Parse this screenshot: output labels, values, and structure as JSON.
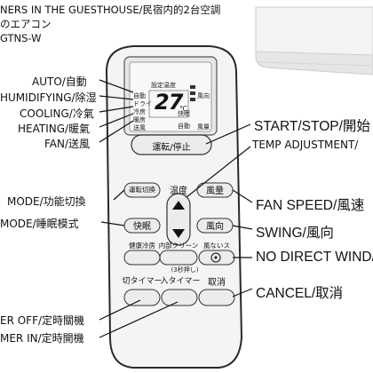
{
  "header": {
    "line1": "NERS IN THE GUESTHOUSE/民宿内的2台空調",
    "line2": "のエアコン",
    "line3": "GTNS-W"
  },
  "left_labels": {
    "auto": "AUTO/自動",
    "dehumidifying": "HUMIDIFYING/除湿",
    "cooling": "COOLING/冷氣",
    "heating": "HEATING/暖氣",
    "fan": "FAN/送風",
    "mode": "MODE/功能切換",
    "sleep_mode": "MODE/睡眠模式",
    "timer_off": "ER OFF/定時關機",
    "timer_in": "MER IN/定時開機"
  },
  "right_labels": {
    "start_stop": "START/STOP/開始",
    "temp_adjustment": "TEMP ADJUSTMENT/",
    "fan_speed": "FAN SPEED/風速",
    "swing": "SWING/風向",
    "no_direct_wind": "NO DIRECT WIND/",
    "cancel": "CANCEL/取消"
  },
  "remote": {
    "display": {
      "header": "設定温度",
      "mode_list": [
        "自動",
        "ドライ",
        "冷房",
        "暖房",
        "送風"
      ],
      "temp": "27",
      "unit": "℃",
      "fan_label": "風向",
      "fan_label2": "風量",
      "sleep_label": "快眠",
      "auto_label": "自動"
    },
    "buttons": {
      "start_stop": "運転/停止",
      "mode": "運転切換",
      "temp": "温度",
      "fan_speed": "風量",
      "sleep": "快眠",
      "swing": "風向",
      "health": "健康冷房",
      "clean": "内部クリーン",
      "clean_hint": "(3秒押し)",
      "no_wind": "風ないス",
      "timer_off": "切タイマー",
      "timer_on": "入タイマー",
      "cancel": "取消"
    }
  }
}
